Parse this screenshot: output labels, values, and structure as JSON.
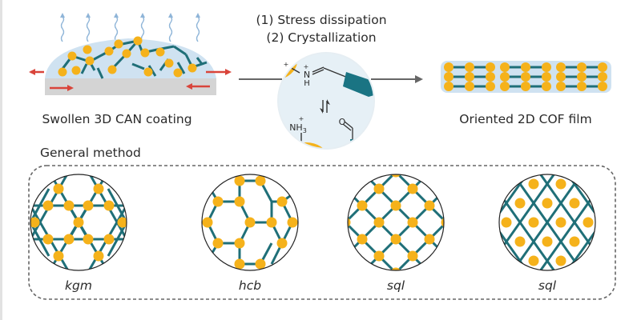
{
  "figure": {
    "left_label": "Swollen 3D CAN coating",
    "right_label": "Oriented 2D COF film",
    "process_steps": [
      "(1) Stress dissipation",
      "(2) Crystallization"
    ],
    "general_method_label": "General method",
    "reaction": {
      "iminium": "N",
      "iminium_charge": "+",
      "iminium_h": "H",
      "amine": "NH",
      "amine_sub": "3",
      "amine_charge": "+",
      "aldehyde_o": "O",
      "equilibrium_icon": "equilibrium-arrows-icon"
    },
    "topologies": [
      {
        "name": "kgm"
      },
      {
        "name": "hcb"
      },
      {
        "name": "sql"
      },
      {
        "name": "sql"
      }
    ]
  },
  "colors": {
    "node": "#f5b21b",
    "linker": "#1f6f78",
    "film_bg": "#cfe2f1",
    "substrate": "#d4d4d4",
    "force_arrow": "#d9443a",
    "vapor": "#8fb5d8",
    "process_arrow": "#666666",
    "dashed_border": "#666666"
  }
}
